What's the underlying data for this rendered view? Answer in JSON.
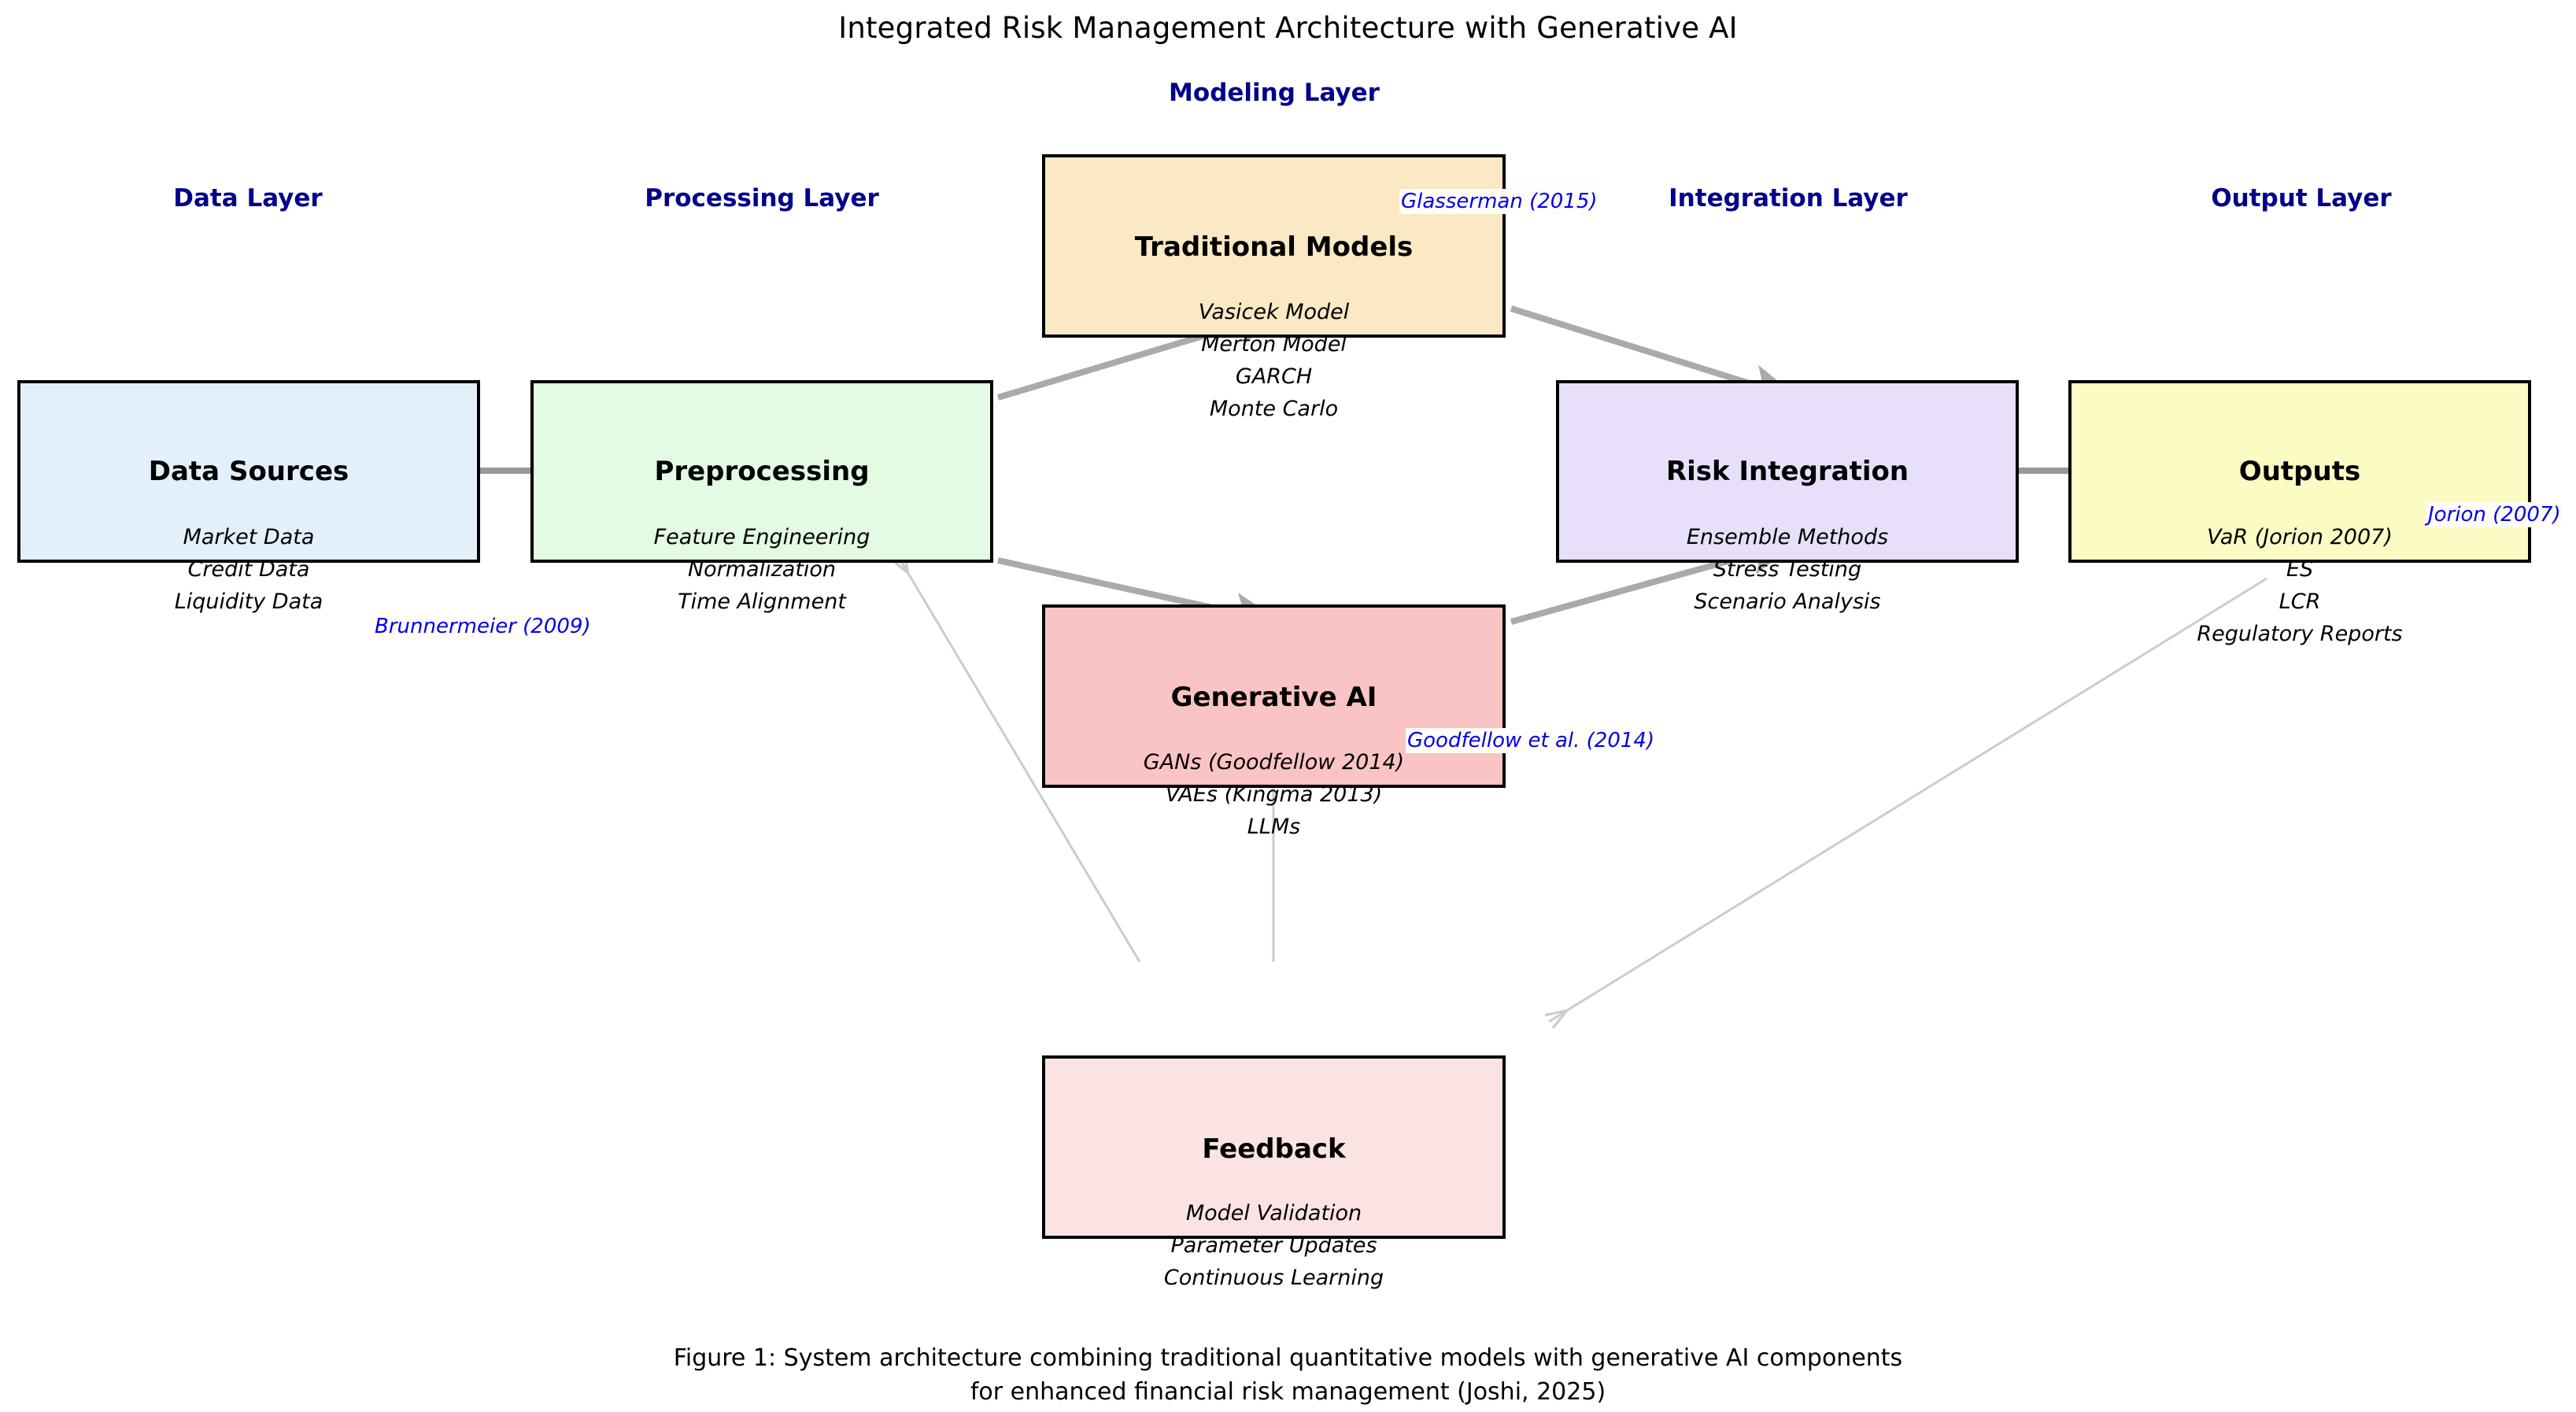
{
  "figure": {
    "title": "Integrated Risk Management Architecture with Generative AI",
    "caption_line1": "Figure 1: System architecture combining traditional quantitative models with generative AI components",
    "caption_line2": "for enhanced financial risk management (Joshi, 2025)"
  },
  "colors": {
    "layer_label": "#00008b",
    "citation": "#0000ee",
    "border": "#000000",
    "flow_arrow": "#aaaaaa",
    "feedback_arrow": "#cccccc",
    "connector": "#999999",
    "data_sources_fill": "#e3f0fc",
    "preprocessing_fill": "#e3fae3",
    "traditional_models_fill": "#fbe8c4",
    "generative_ai_fill": "#fbc4c4",
    "risk_integration_fill": "#e8e0fb",
    "outputs_fill": "#fbfbc4",
    "feedback_fill": "#fbe3e3"
  },
  "layers": [
    {
      "id": "data",
      "label": "Data Layer"
    },
    {
      "id": "processing",
      "label": "Processing Layer"
    },
    {
      "id": "modeling",
      "label": "Modeling Layer"
    },
    {
      "id": "integration",
      "label": "Integration Layer"
    },
    {
      "id": "output",
      "label": "Output Layer"
    }
  ],
  "nodes": [
    {
      "id": "data-sources",
      "title": "Data Sources",
      "items": [
        "Market Data",
        "Credit Data",
        "Liquidity Data"
      ]
    },
    {
      "id": "preprocessing",
      "title": "Preprocessing",
      "items": [
        "Feature Engineering",
        "Normalization",
        "Time Alignment"
      ]
    },
    {
      "id": "traditional-models",
      "title": "Traditional Models",
      "items": [
        "Vasicek Model",
        "Merton Model",
        "GARCH",
        "Monte Carlo"
      ]
    },
    {
      "id": "generative-ai",
      "title": "Generative AI",
      "items": [
        "GANs (Goodfellow 2014)",
        "VAEs (Kingma 2013)",
        "LLMs"
      ]
    },
    {
      "id": "risk-integration",
      "title": "Risk Integration",
      "items": [
        "Ensemble Methods",
        "Stress Testing",
        "Scenario Analysis"
      ]
    },
    {
      "id": "outputs",
      "title": "Outputs",
      "items": [
        "VaR (Jorion 2007)",
        "ES",
        "LCR",
        "Regulatory Reports"
      ]
    },
    {
      "id": "feedback",
      "title": "Feedback",
      "items": [
        "Model Validation",
        "Parameter Updates",
        "Continuous Learning"
      ]
    }
  ],
  "citations": [
    {
      "id": "brunnermeier",
      "text": "Brunnermeier (2009)"
    },
    {
      "id": "glasserman",
      "text": "Glasserman (2015)"
    },
    {
      "id": "goodfellow",
      "text": "Goodfellow et al. (2014)"
    },
    {
      "id": "jorion",
      "text": "Jorion (2007)"
    }
  ]
}
